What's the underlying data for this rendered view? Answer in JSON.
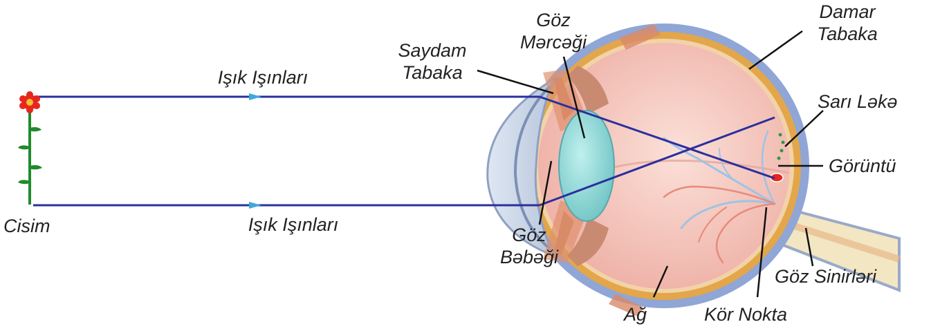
{
  "labels": {
    "isik_top": "Işık Işınları",
    "isik_bottom": "Işık Işınları",
    "cisim": "Cisim",
    "saydam_1": "Saydam",
    "saydam_2": "Tabaka",
    "mercek_1": "Göz",
    "mercek_2": "Mərcəği",
    "damar_1": "Damar",
    "damar_2": "Tabaka",
    "sari_leke": "Sarı Ləkə",
    "goruntu": "Görüntü",
    "bebek_1": "Göz",
    "bebek_2": "Bəbəği",
    "sinir": "Göz Sinirləri",
    "ag": "Ağ",
    "kor_nokta": "Kör Nokta"
  },
  "colors": {
    "ray": "#2a2f9e",
    "arrow": "#3fa9d8",
    "sclera": "#8fa6d6",
    "choroid": "#e3a64a",
    "vitreous": "#f4c8c0",
    "lens": "#8fd4d2",
    "flower": "#e8261e",
    "stem": "#1f8a2e"
  },
  "icons": [
    "flower-icon",
    "eye-cross-section"
  ]
}
